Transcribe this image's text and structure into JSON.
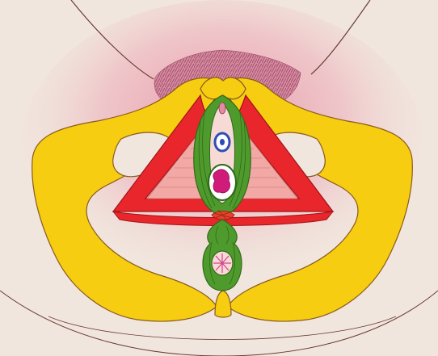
{
  "colors": {
    "background": "#f1e6de",
    "skin_blush": "#e58aa0",
    "outline": "#6b3b33",
    "bone": "#f6cd10",
    "bone_outline": "#8a5a1e",
    "muscle_red": "#e8262b",
    "muscle_red_outline": "#a01418",
    "muscle_pink": "#f2a9a6",
    "muscle_green": "#4f9a2c",
    "muscle_green_outline": "#2f6a18",
    "hair": "#b05a74",
    "urethra_blue": "#2d4db5",
    "vaginal_opening": "#d11b78",
    "anus": "#d2458a"
  },
  "icons": [
    "pubic-hair-patch",
    "urethra-opening",
    "vaginal-opening",
    "anus",
    "perineal-body"
  ]
}
